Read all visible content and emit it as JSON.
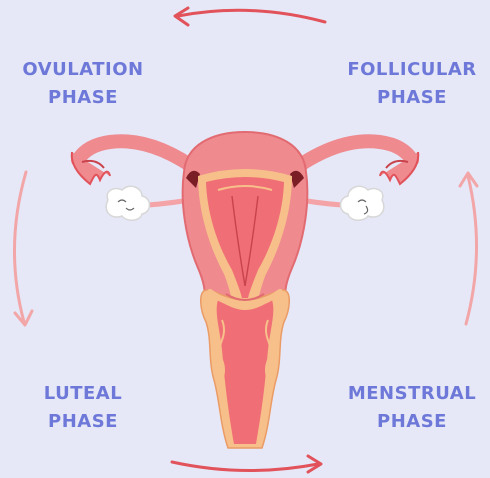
{
  "phases": {
    "ovulation": {
      "line1": "OVULATION",
      "line2": "PHASE"
    },
    "follicular": {
      "line1": "FOLLICULAR",
      "line2": "PHASE"
    },
    "luteal": {
      "line1": "LUTEAL",
      "line2": "PHASE"
    },
    "menstrual": {
      "line1": "MENSTRUAL",
      "line2": "PHASE"
    }
  },
  "colors": {
    "background": "#e6e8f7",
    "label": "#6e78d8",
    "arrow_strong": "#e2525a",
    "arrow_soft": "#f2a6a8",
    "uterus_outer": "#ef8a8f",
    "uterus_inner": "#f06e76",
    "uterus_lining": "#f7c08a",
    "ovary": "#ffffff"
  },
  "icons": {
    "top_arrow": "arrow-left-icon",
    "bottom_arrow": "arrow-right-icon",
    "left_arrow": "arrow-down-icon",
    "right_arrow": "arrow-up-icon"
  }
}
